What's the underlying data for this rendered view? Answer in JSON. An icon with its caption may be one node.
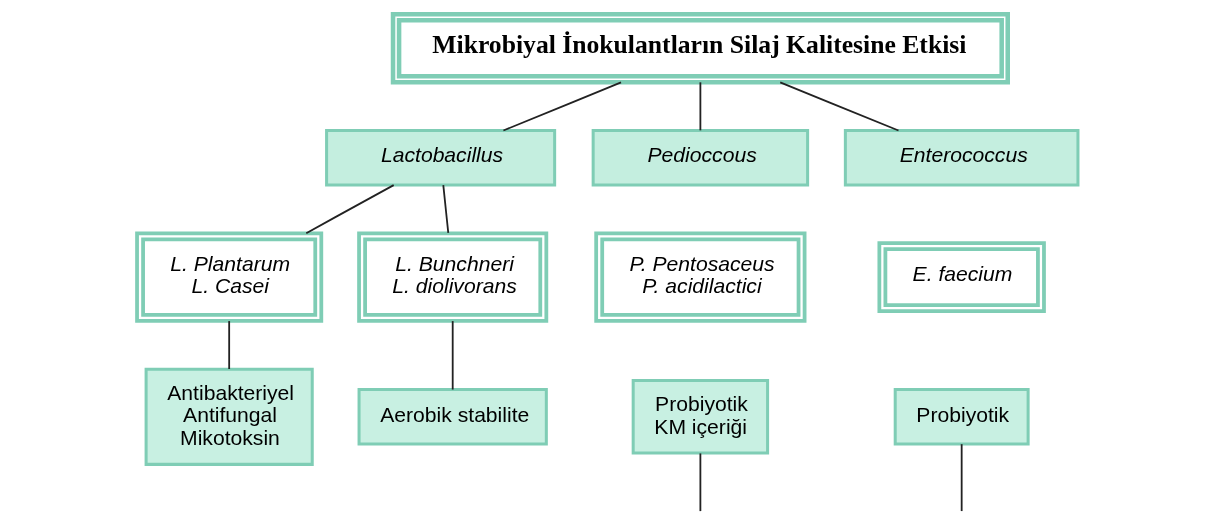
{
  "diagram": {
    "nodes": [
      {
        "text": [
          "Mikrobiyal İnokulantların Silaj Kalitesine Etkisi"
        ]
      },
      {
        "text": [
          "Lactobacillus"
        ]
      },
      {
        "text": [
          "Pedioccous"
        ]
      },
      {
        "text": [
          "Enterococcus"
        ]
      },
      {
        "text": [
          "L. Plantarum",
          "L. Casei"
        ]
      },
      {
        "text": [
          "L. Bunchneri",
          "L. diolivorans"
        ]
      },
      {
        "text": [
          "P. Pentosaceus",
          "P. acidilactici"
        ]
      },
      {
        "text": [
          "E. faecium"
        ]
      },
      {
        "text": [
          "Antibakteriyel",
          "Antifungal",
          "Mikotoksin"
        ]
      },
      {
        "text": [
          "Aerobik stabilite"
        ]
      },
      {
        "text": [
          "Probiyotik",
          "KM içeriği"
        ]
      },
      {
        "text": [
          "Probiyotik"
        ]
      }
    ],
    "edges": [
      {
        "from": 0,
        "to": 1,
        "arrow": "none"
      },
      {
        "from": 0,
        "to": 2,
        "arrow": "none"
      },
      {
        "from": 0,
        "to": 3,
        "arrow": "none"
      },
      {
        "from": 1,
        "to": 4,
        "arrow": "none"
      },
      {
        "from": 1,
        "to": 5,
        "arrow": "none"
      },
      {
        "from": 4,
        "to": 8,
        "arrow": "none"
      },
      {
        "from": 5,
        "to": 9,
        "arrow": "none"
      },
      {
        "from": 10,
        "to": null,
        "arrow": "none"
      },
      {
        "from": 11,
        "to": null,
        "arrow": "none"
      }
    ]
  }
}
